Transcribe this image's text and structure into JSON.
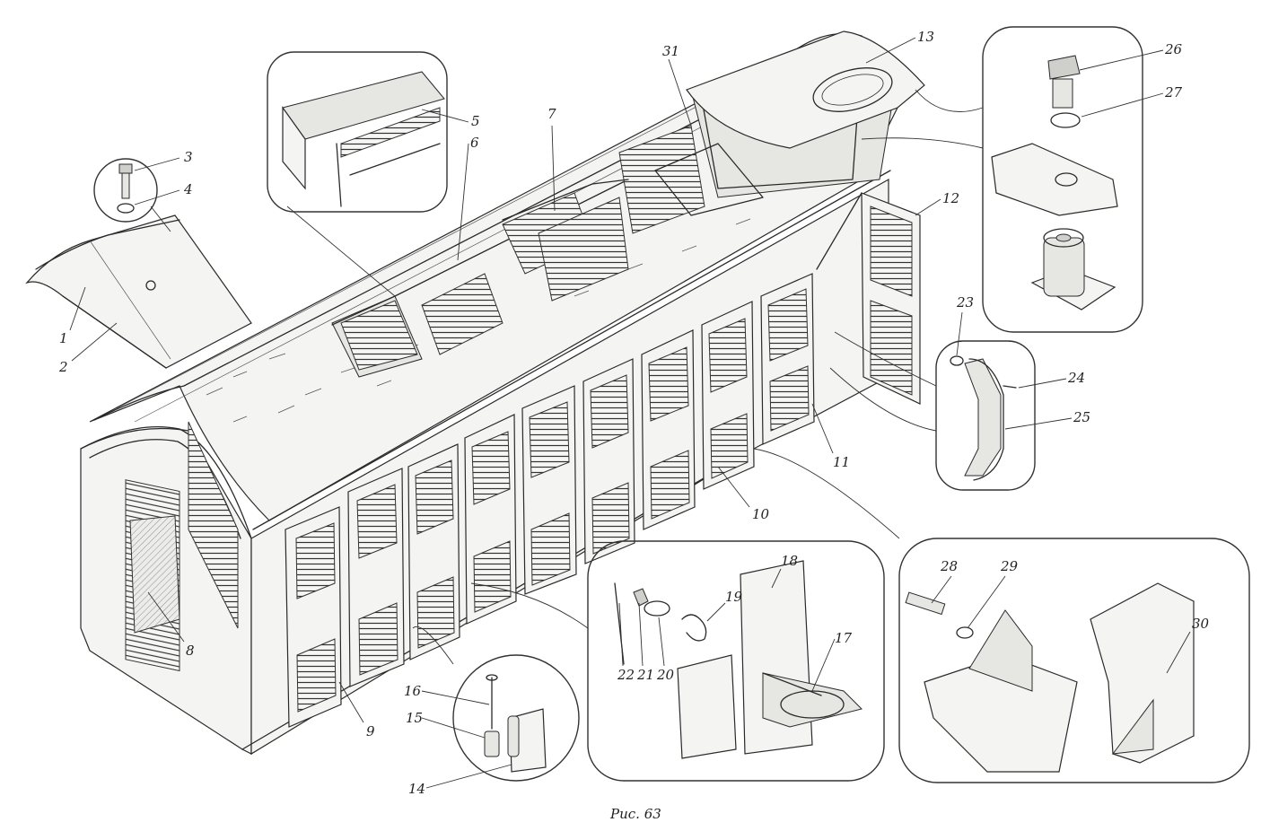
{
  "caption": "Рис. 63",
  "callouts": [
    "1",
    "2",
    "3",
    "4",
    "5",
    "6",
    "7",
    "8",
    "9",
    "10",
    "11",
    "12",
    "13",
    "14",
    "15",
    "16",
    "17",
    "18",
    "19",
    "20",
    "21",
    "22",
    "23",
    "24",
    "25",
    "26",
    "27",
    "28",
    "29",
    "30",
    "31"
  ]
}
